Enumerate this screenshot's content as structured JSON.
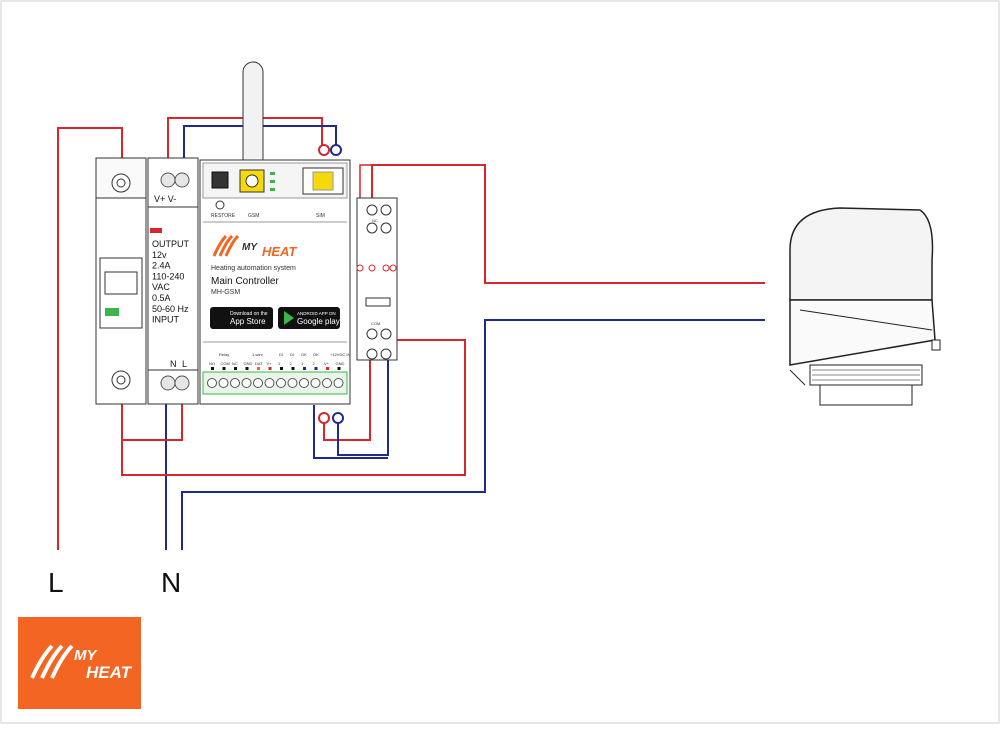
{
  "labels": {
    "line": "L",
    "neutral": "N"
  },
  "psu": {
    "terminals_top": "V+ V-",
    "specs": [
      "OUTPUT",
      "12v",
      "2.4A",
      "110-240",
      "VAC",
      "0.5A",
      "50-60 Hz",
      "INPUT"
    ],
    "terminals_bottom_n": "N",
    "terminals_bottom_l": "L"
  },
  "controller": {
    "restore_label": "RESTORE",
    "gsm_label": "GSM",
    "sim_label": "SIM",
    "brand": {
      "my": "MY",
      "heat": "HEAT"
    },
    "tagline": "Heating automation system",
    "title": "Main Controller",
    "model": "MH-GSM",
    "appstore": {
      "line1": "Download on the",
      "line2": "App Store"
    },
    "googleplay": {
      "line1": "ANDROID APP ON",
      "line2": "Google play"
    },
    "group_labels": [
      "Relay",
      "1-wire",
      "DI",
      "DI",
      "OK",
      "OK",
      "+12VDC IN"
    ],
    "pin_labels": [
      "NO",
      "COM",
      "NC",
      "GND",
      "DAT",
      "V+",
      "1",
      "2",
      "1",
      "2",
      "V+",
      "GND"
    ]
  },
  "relay": {
    "nc": "NC",
    "com": "COM"
  },
  "logo": {
    "my": "MY",
    "heat": "HEAT"
  },
  "colors": {
    "wire_live": "#d7262e",
    "wire_neutral": "#1f2a8c",
    "brand_orange": "#f26522",
    "led_green": "#3bb54a",
    "pot_yellow": "#f5d90a"
  }
}
